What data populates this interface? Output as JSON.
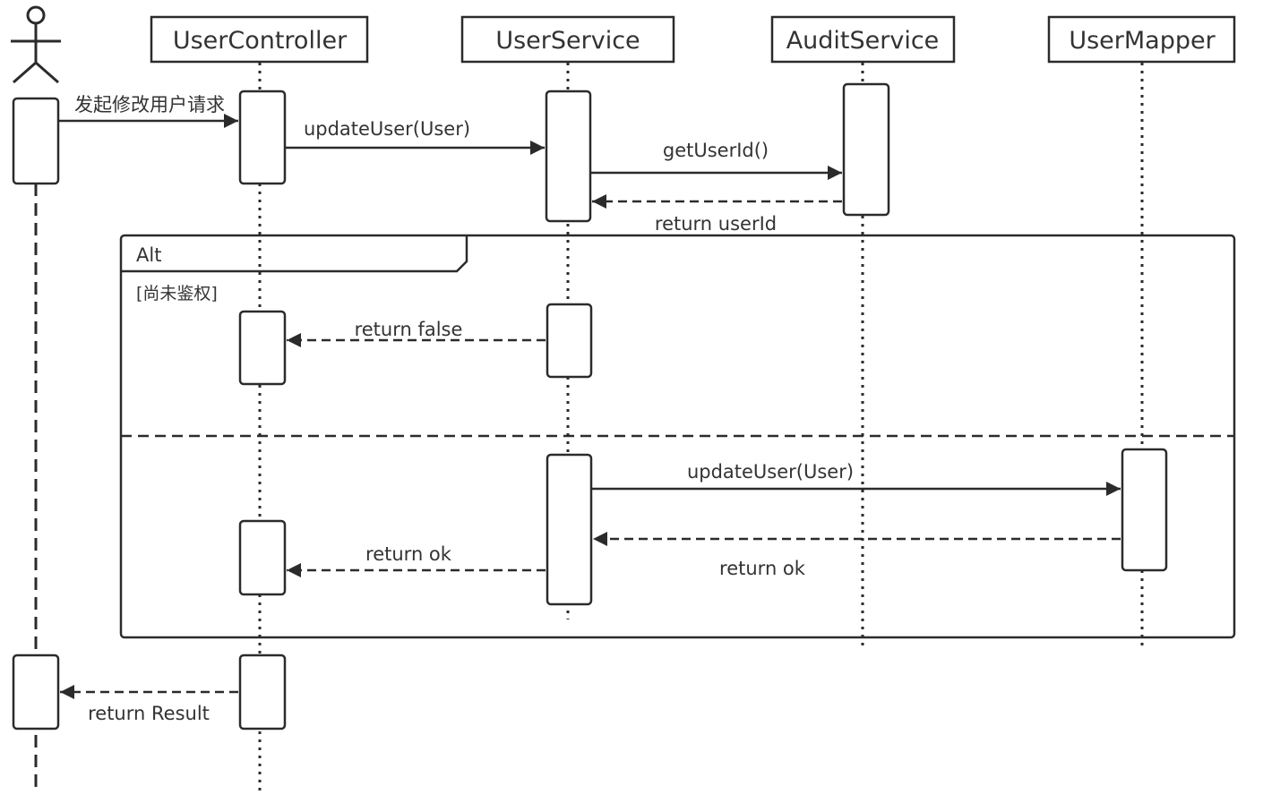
{
  "actor": {
    "label": ""
  },
  "participants": [
    {
      "id": "controller",
      "label": "UserController"
    },
    {
      "id": "service",
      "label": "UserService"
    },
    {
      "id": "audit",
      "label": "AuditService"
    },
    {
      "id": "mapper",
      "label": "UserMapper"
    }
  ],
  "messages": {
    "request": "发起修改用户请求",
    "update_user_1": "updateUser(User)",
    "get_user_id": "getUserId()",
    "return_user_id": "return userId",
    "return_false": "return false",
    "update_user_2": "updateUser(User)",
    "return_ok_mapper": "return ok",
    "return_ok_service": "return ok",
    "return_result": "return Result"
  },
  "fragment": {
    "operator": "Alt",
    "guard": "[尚未鉴权]"
  },
  "colors": {
    "line": "#2b2b2b",
    "text": "#333333",
    "background": "#ffffff"
  }
}
